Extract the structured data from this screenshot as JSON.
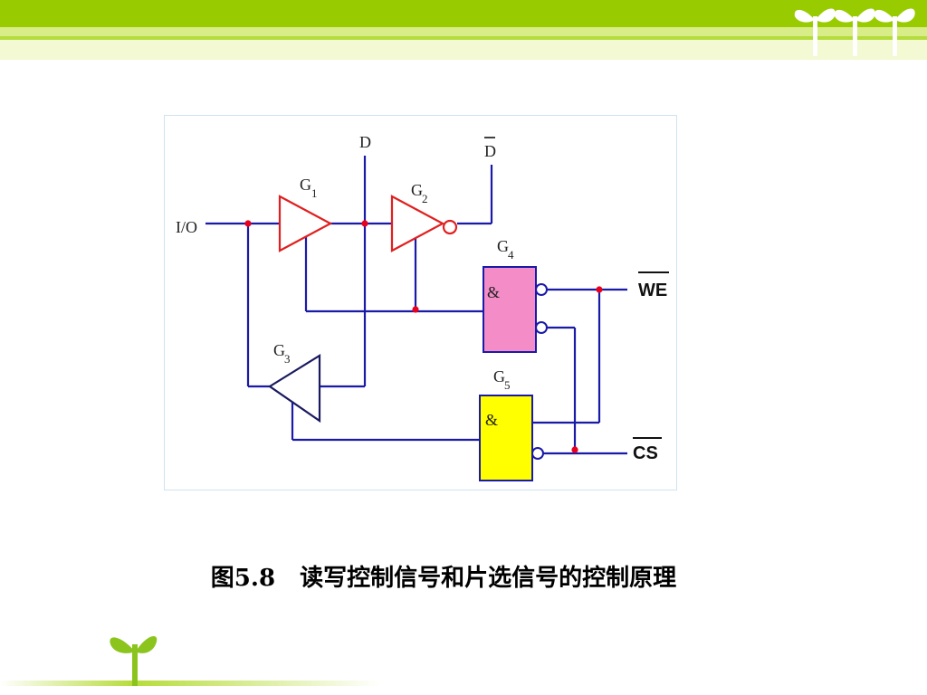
{
  "diagram": {
    "labels": {
      "io": "I/O",
      "d": "D",
      "d_bar": "D",
      "g1": "G",
      "g1_sub": "1",
      "g2": "G",
      "g2_sub": "2",
      "g3": "G",
      "g3_sub": "3",
      "g4": "G",
      "g4_sub": "4",
      "g5": "G",
      "g5_sub": "5",
      "g4_symbol": "&",
      "g5_symbol": "&",
      "we": "WE",
      "cs": "CS"
    }
  },
  "caption": "图5.8   读写控制信号和片选信号的控制原理",
  "colors": {
    "wire": "#1a1aa8",
    "buffer_red": "#e02020",
    "buffer_navy": "#1a1a60",
    "g4_fill": "#f48cc8",
    "g5_fill": "#ffff00",
    "junction": "#e8001c",
    "header_green": "#99cc00",
    "header_light": "#d8ec88"
  }
}
